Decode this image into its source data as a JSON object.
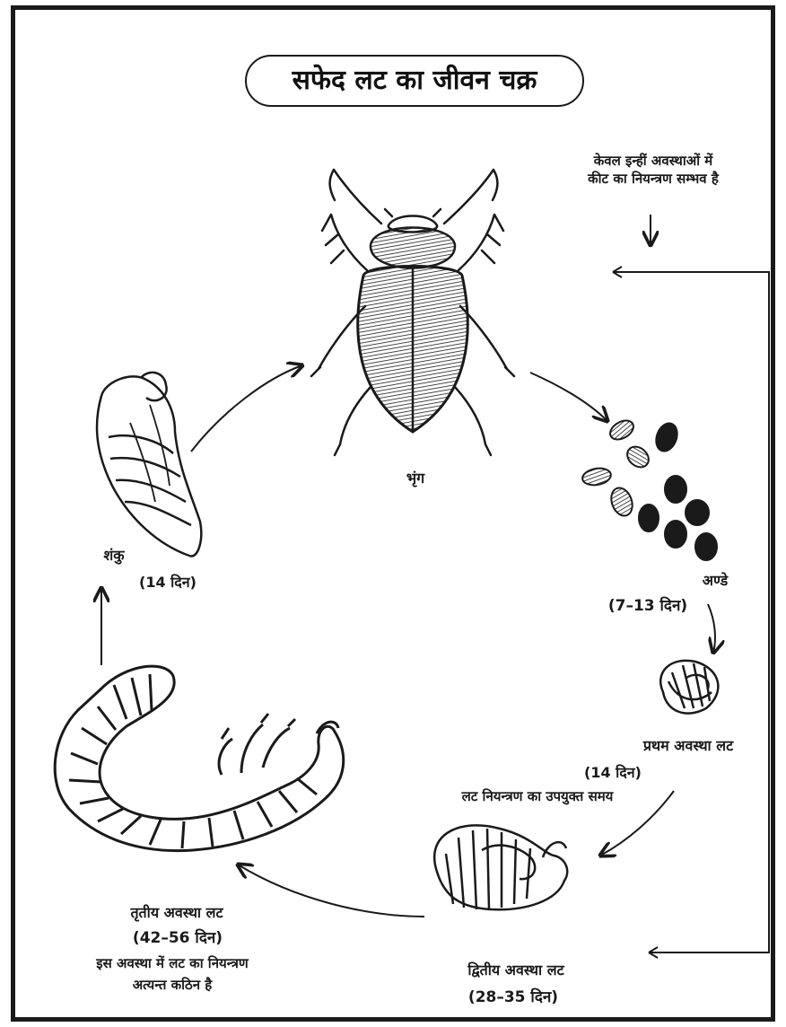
{
  "title": "सफेद लट का जीवन चक्र",
  "note": {
    "line1": "केवल इन्हीं अवस्थाओं में",
    "line2": "कीट का नियन्त्रण सम्भव है"
  },
  "stages": {
    "beetle": {
      "label": "भृंग"
    },
    "eggs": {
      "label": "अण्डे",
      "duration": "(7–13 दिन)"
    },
    "first_instar": {
      "label": "प्रथम अवस्था लट",
      "duration": "(14 दिन)",
      "note": "लट नियन्त्रण का उपयुक्त समय"
    },
    "second_instar": {
      "label": "द्वितीय अवस्था लट",
      "duration": "(28–35 दिन)"
    },
    "third_instar": {
      "label": "तृतीय अवस्था लट",
      "duration": "(42–56 दिन)",
      "note_line1": "इस अवस्था में लट का नियन्त्रण",
      "note_line2": "अत्यन्त कठिन है"
    },
    "pupa": {
      "label": "शंकु",
      "duration": "(14 दिन)"
    }
  },
  "colors": {
    "ink": "#1a1a1a",
    "background": "#ffffff"
  }
}
